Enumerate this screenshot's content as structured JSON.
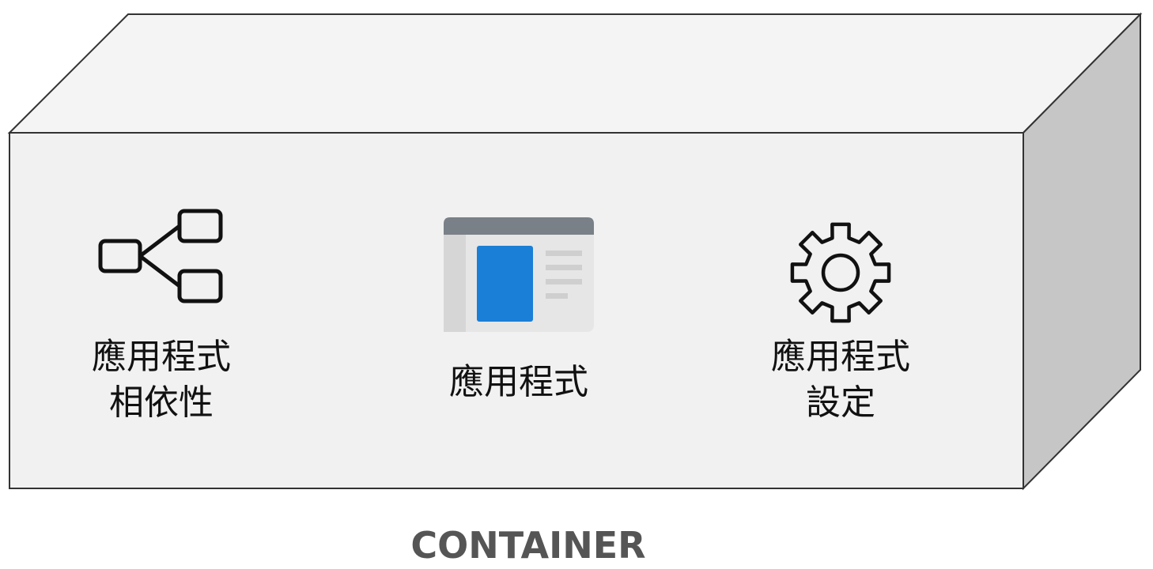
{
  "container_label": "CONTAINER",
  "items": [
    {
      "icon": "dependency-tree-icon",
      "line1": "應用程式",
      "line2": "相依性"
    },
    {
      "icon": "app-window-icon",
      "line1": "應用程式"
    },
    {
      "icon": "gear-icon",
      "line1": "應用程式",
      "line2": "設定"
    }
  ],
  "colors": {
    "box_front": "#f1f1f1",
    "box_top": "#f4f4f4",
    "box_side": "#c6c6c6",
    "outline": "#333333",
    "window_bar": "#7a8087",
    "window_body": "#e6e6e6",
    "window_panel_blue": "#1a7fd6",
    "caption": "#555555"
  }
}
